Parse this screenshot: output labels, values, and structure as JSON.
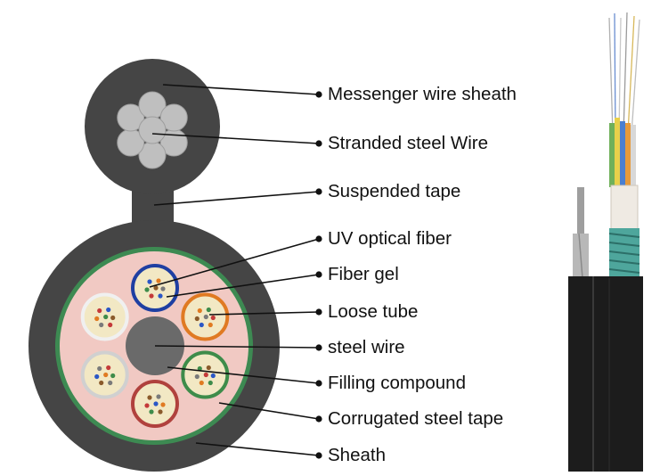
{
  "diagram": {
    "labels": [
      "Messenger wire sheath",
      "Stranded steel Wire",
      "Suspended tape",
      "UV optical fiber",
      "Fiber gel",
      "Loose tube",
      "steel wire",
      "Filling compound",
      "Corrugated steel tape",
      "Sheath"
    ]
  },
  "colors": {
    "sheath": "#454545",
    "corrugated_tape": "#3d8a52",
    "filling_compound": "#f1c9c3",
    "strand_wire": "#bfbfbf",
    "fiber_gel": "#f2e8c4",
    "tube_blue": "#1f3fa2",
    "tube_orange": "#e07a22",
    "tube_red": "#b0413d",
    "tube_green": "#3e8c4a",
    "tube_white": "#f0f0f0",
    "tube_grey": "#d0d0d0"
  }
}
